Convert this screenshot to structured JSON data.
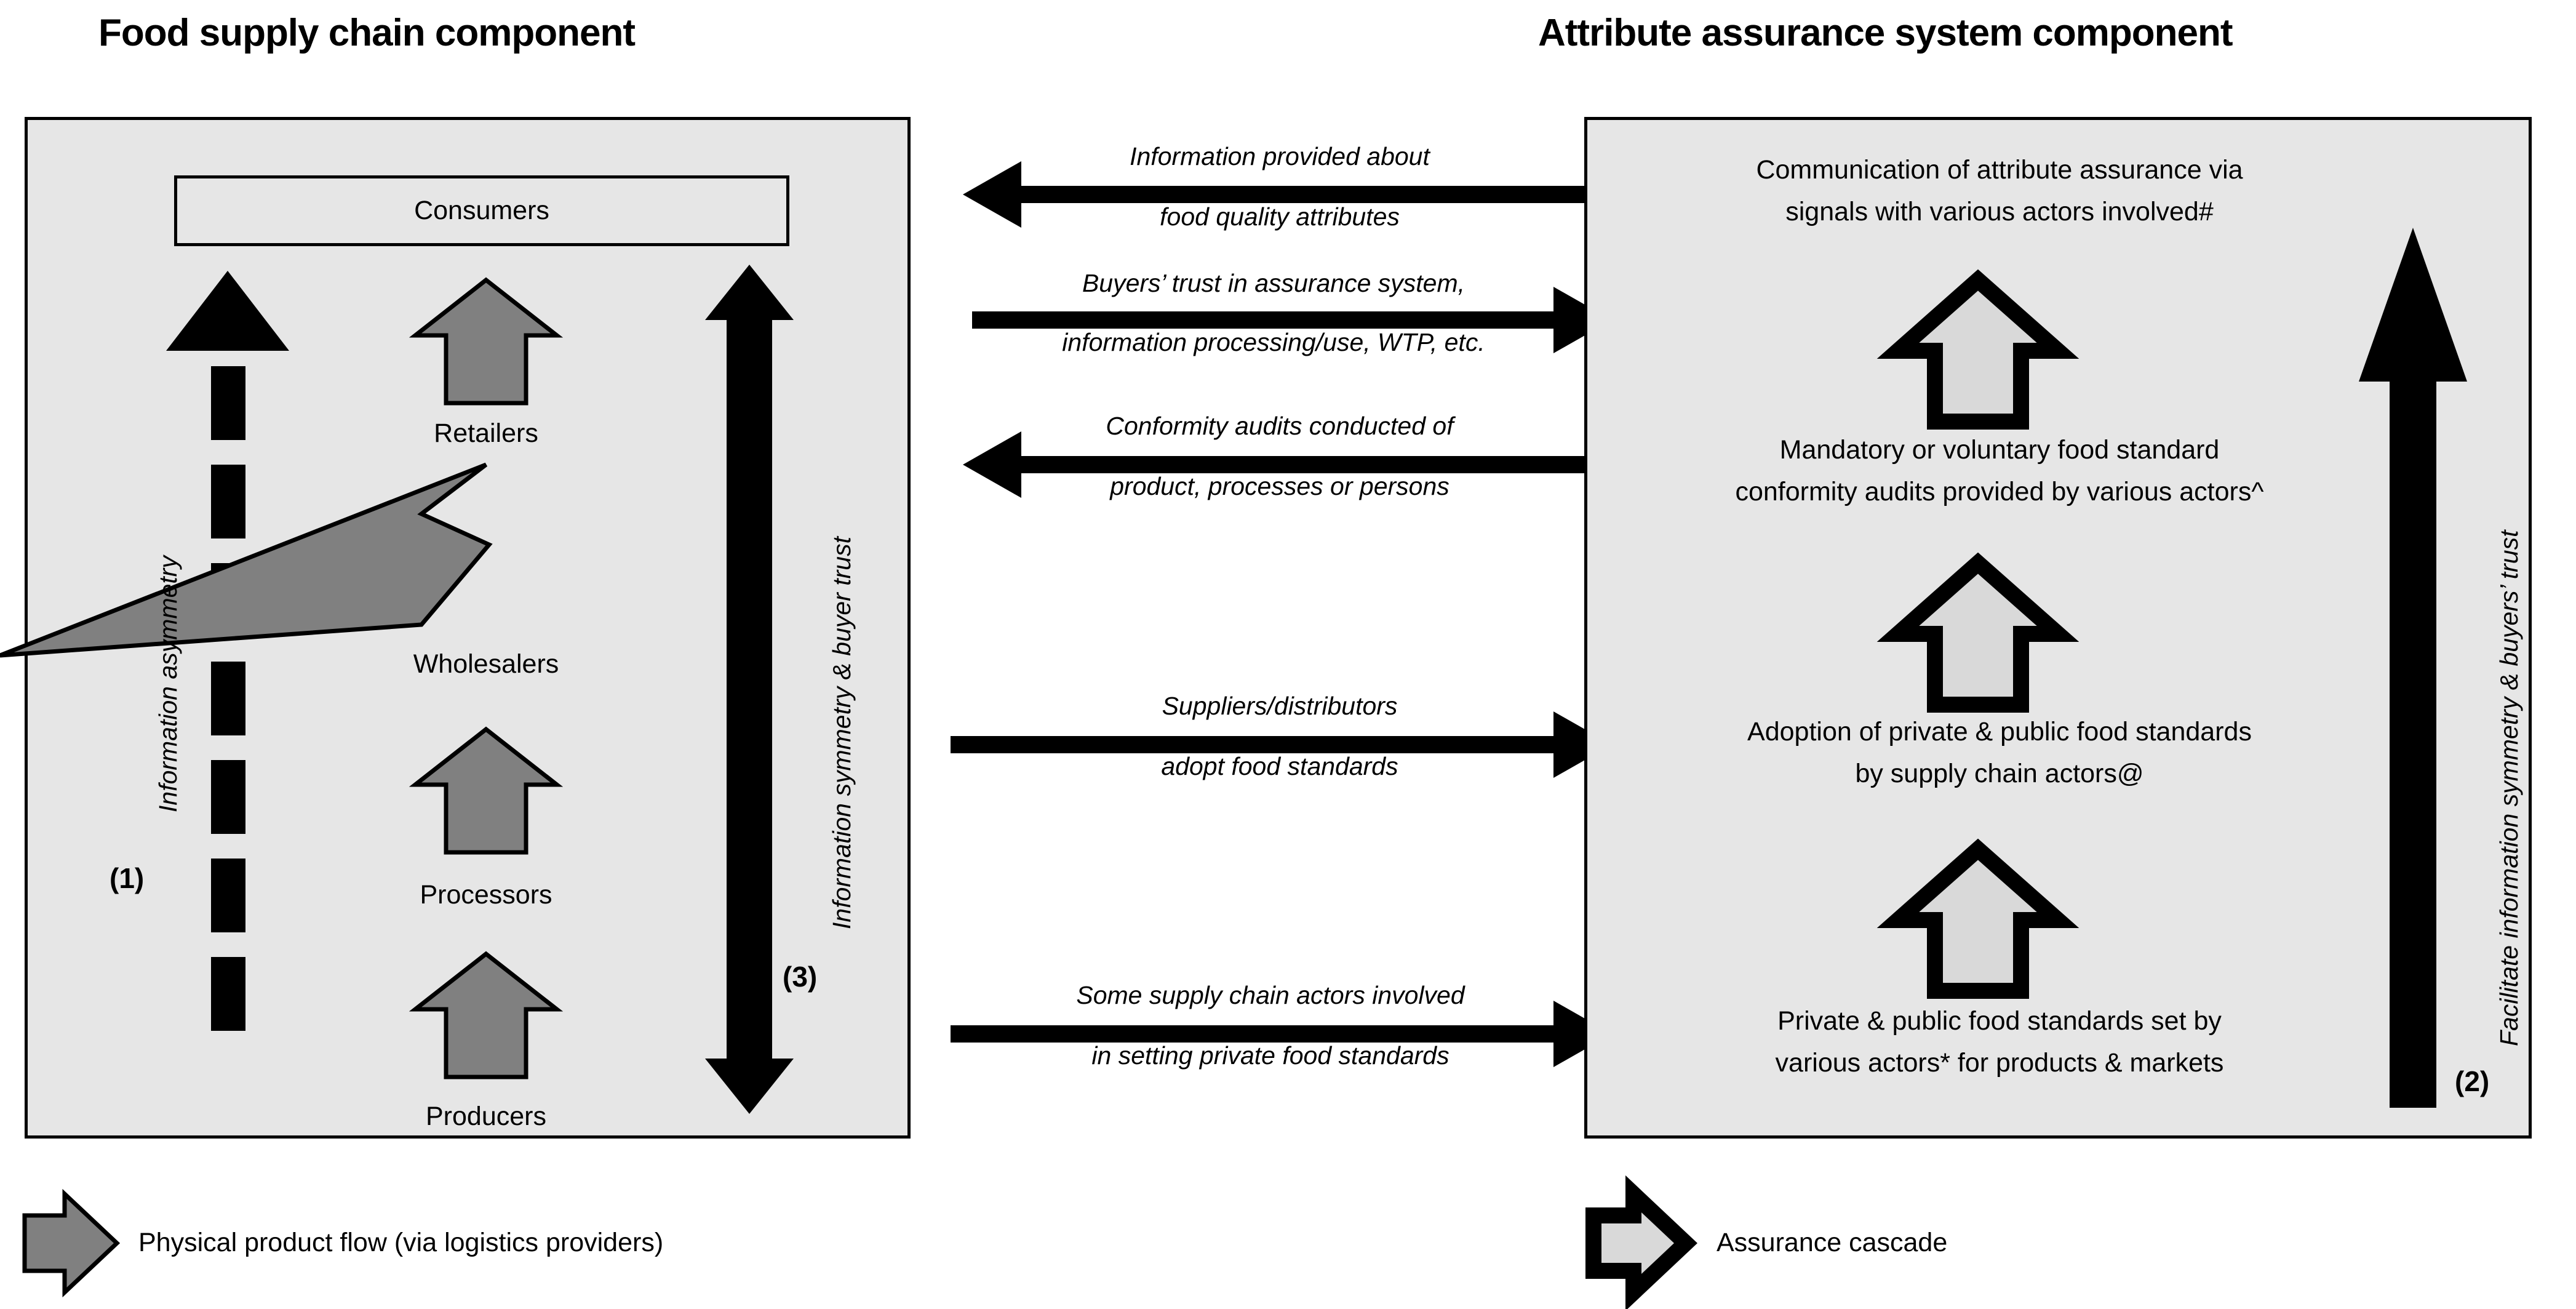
{
  "headers": {
    "left": "Food supply chain component",
    "right": "Attribute assurance system component"
  },
  "left_panel": {
    "consumers_label": "Consumers",
    "tiers": [
      {
        "label": "Retailers"
      },
      {
        "label": "Wholesalers"
      },
      {
        "label": "Processors"
      },
      {
        "label": "Producers"
      }
    ],
    "asymmetry_label": "Information asymmetry",
    "asymmetry_number": "(1)",
    "symmetry_label": "Information symmetry & buyer trust",
    "symmetry_number": "(3)"
  },
  "middle_flows": [
    {
      "direction": "left",
      "line1": "Information provided about",
      "line2": "food quality attributes"
    },
    {
      "direction": "right",
      "line1": "Buyers’ trust in assurance system,",
      "line2": "information processing/use, WTP, etc."
    },
    {
      "direction": "left",
      "line1": "Conformity audits conducted of",
      "line2": "product, processes or persons"
    },
    {
      "direction": "right",
      "line1": "Suppliers/distributors",
      "line2": "adopt food standards"
    },
    {
      "direction": "right",
      "line1": "Some supply chain actors involved",
      "line2": "in setting private food standards"
    }
  ],
  "right_panel": {
    "blocks": [
      {
        "line1": "Communication of attribute assurance via",
        "line2": "signals with various actors involved#"
      },
      {
        "line1": "Mandatory or voluntary food standard",
        "line2": "conformity audits provided by various actors^"
      },
      {
        "line1": "Adoption of private & public food standards",
        "line2": "by supply chain actors@"
      },
      {
        "line1": "Private & public food standards set by",
        "line2": "various actors* for products & markets"
      }
    ],
    "facilitate_label": "Facilitate information symmetry & buyers’ trust",
    "facilitate_number": "(2)"
  },
  "legend": [
    {
      "icon": "grey-block-arrow-icon",
      "label": "Physical product flow (via logistics providers)"
    },
    {
      "icon": "outlined-block-arrow-icon",
      "label": "Assurance cascade"
    }
  ],
  "colors": {
    "panel_fill": "#e6e6e6",
    "outline": "#000000",
    "grey_arrow": "#808080",
    "light_arrow_fill": "#d9d9d9",
    "background": "#ffffff"
  }
}
